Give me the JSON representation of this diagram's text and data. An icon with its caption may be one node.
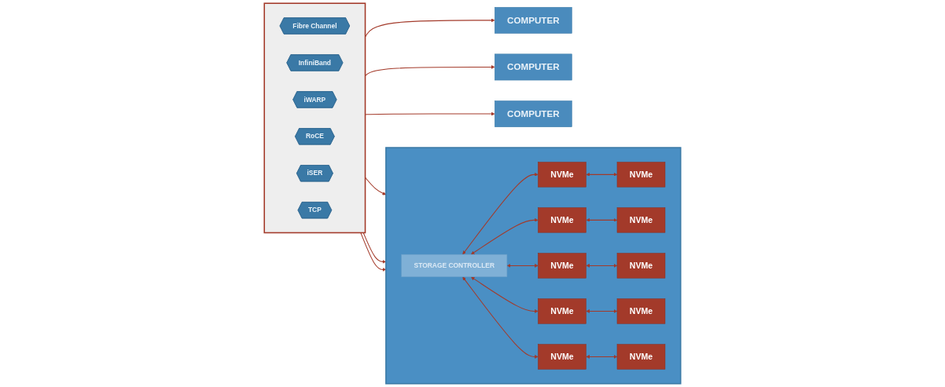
{
  "diagram": {
    "nodes": [
      {
        "text": [
          "COMPUTER"
        ]
      },
      {
        "text": [
          "COMPUTER"
        ]
      },
      {
        "text": [
          "COMPUTER"
        ]
      },
      {
        "text": [],
        "shape": "box"
      },
      {
        "text": [
          "Fibre Channel"
        ],
        "in": 3
      },
      {
        "text": [
          "InfiniBand"
        ],
        "in": 3
      },
      {
        "text": [
          "iWARP"
        ],
        "in": 3
      },
      {
        "text": [
          "RoCE"
        ],
        "in": 3
      },
      {
        "text": [
          "iSER"
        ],
        "in": 3
      },
      {
        "text": [
          "TCP"
        ],
        "in": 3
      },
      {
        "text": [],
        "shape": "box"
      },
      {
        "text": [
          "STORAGE CONTROLLER"
        ],
        "in": 10
      },
      {
        "text": [
          "NVMe"
        ],
        "in": 10
      },
      {
        "text": [
          "NVMe"
        ],
        "in": 10
      },
      {
        "text": [
          "NVMe"
        ],
        "in": 10
      },
      {
        "text": [
          "NVMe"
        ],
        "in": 10
      },
      {
        "text": [
          "NVMe"
        ],
        "in": 10
      },
      {
        "text": [
          "NVMe"
        ],
        "in": 10
      },
      {
        "text": [
          "NVMe"
        ],
        "in": 10
      },
      {
        "text": [
          "NVMe"
        ],
        "in": 10
      },
      {
        "text": [
          "NVMe"
        ],
        "in": 10
      },
      {
        "text": [
          "NVMe"
        ],
        "in": 10
      }
    ],
    "edges": [
      {
        "from": 3,
        "to": 0,
        "arrow": "to"
      },
      {
        "from": 3,
        "to": 1,
        "arrow": "to"
      },
      {
        "from": 3,
        "to": 2,
        "arrow": "to"
      },
      {
        "from": 3,
        "to": 10,
        "arrow": "to"
      },
      {
        "from": 3,
        "to": 10,
        "arrow": "to"
      },
      {
        "from": 3,
        "to": 10,
        "arrow": "to"
      },
      {
        "from": 11,
        "to": 12,
        "arrow": "both"
      },
      {
        "from": 12,
        "to": 13,
        "arrow": "both"
      },
      {
        "from": 11,
        "to": 14,
        "arrow": "both"
      },
      {
        "from": 14,
        "to": 15,
        "arrow": "both"
      },
      {
        "from": 11,
        "to": 16,
        "arrow": "both"
      },
      {
        "from": 16,
        "to": 17,
        "arrow": "both"
      },
      {
        "from": 11,
        "to": 18,
        "arrow": "both"
      },
      {
        "from": 18,
        "to": 19,
        "arrow": "both"
      },
      {
        "from": 11,
        "to": 20,
        "arrow": "both"
      },
      {
        "from": 20,
        "to": 21,
        "arrow": "both"
      }
    ]
  }
}
